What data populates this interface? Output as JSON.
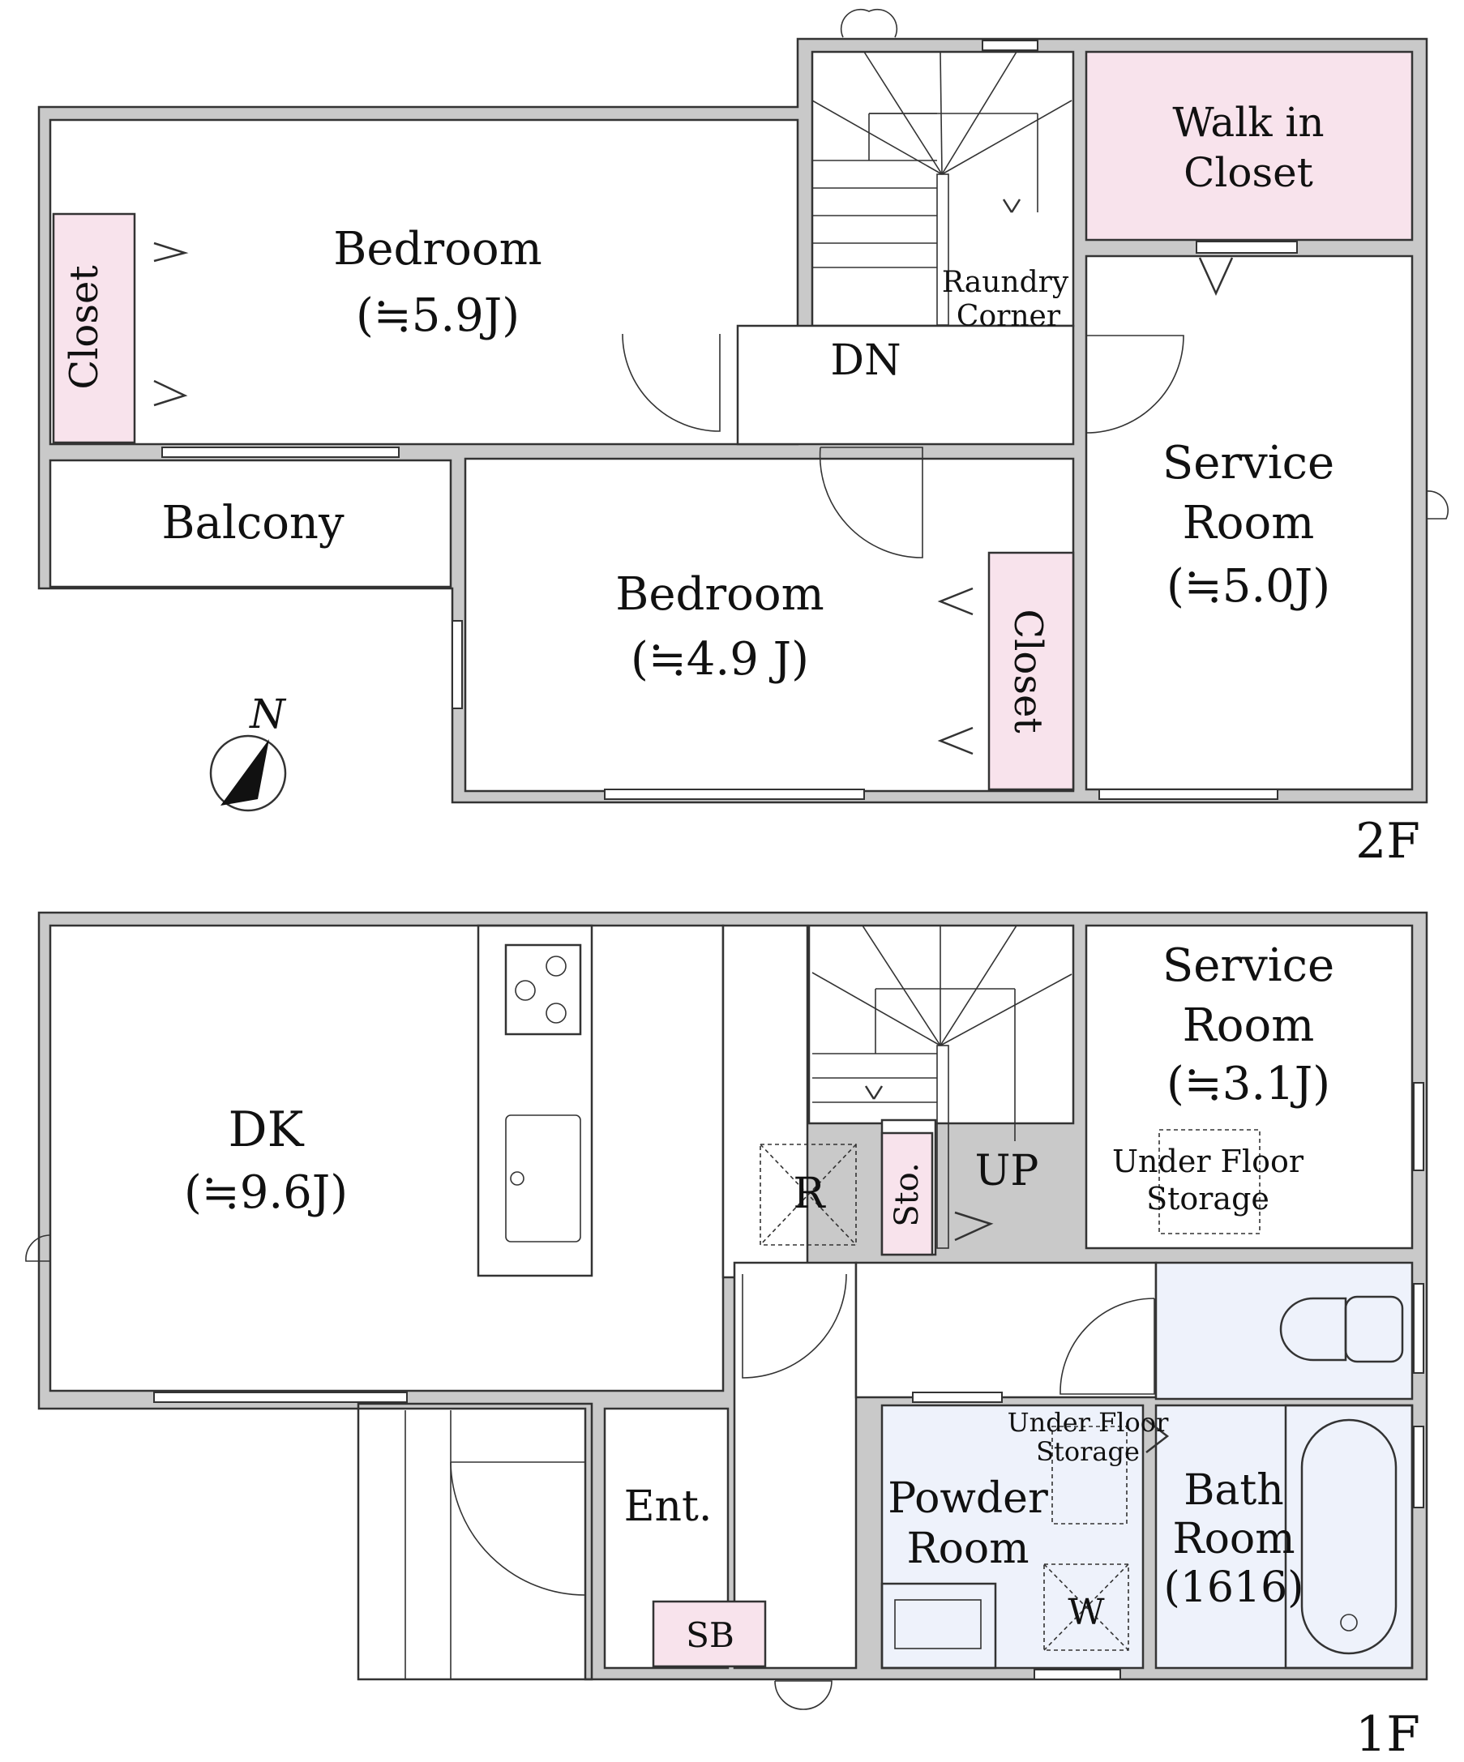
{
  "floor_2f": {
    "label": "2F",
    "bedroom_a": {
      "name": "Bedroom",
      "size": "(≒5.9J)"
    },
    "bedroom_b": {
      "name": "Bedroom",
      "size": "(≒4.9 J)"
    },
    "walk_in_closet": {
      "line1": "Walk in",
      "line2": "Closet"
    },
    "closet_left": "Closet",
    "closet_right": "Closet",
    "laundry": {
      "line1": "Raundry",
      "line2": "Corner"
    },
    "stair_label": "DN",
    "balcony": "Balcony",
    "service_room": {
      "line1": "Service",
      "line2": "Room",
      "size": "(≒5.0J)"
    },
    "north": "N"
  },
  "floor_1f": {
    "label": "1F",
    "dk": {
      "name": "DK",
      "size": "(≒9.6J)"
    },
    "fridge": "R",
    "storage": "Sto.",
    "stair_label": "UP",
    "service_room": {
      "line1": "Service",
      "line2": "Room",
      "size": "(≒3.1J)"
    },
    "underfloor_a": {
      "line1": "Under Floor",
      "line2": "Storage"
    },
    "underfloor_b": {
      "line1": "Under Floor",
      "line2": "Storage"
    },
    "entrance": "Ent.",
    "shoe_box": "SB",
    "powder_room": {
      "line1": "Powder",
      "line2": "Room"
    },
    "washer": "W",
    "bath_room": {
      "line1": "Bath",
      "line2": "Room",
      "size": "(1616)"
    }
  },
  "colors": {
    "wall": "#c9c9c9",
    "closet": "#f8e3ec",
    "wet_area": "#eef2fb"
  }
}
